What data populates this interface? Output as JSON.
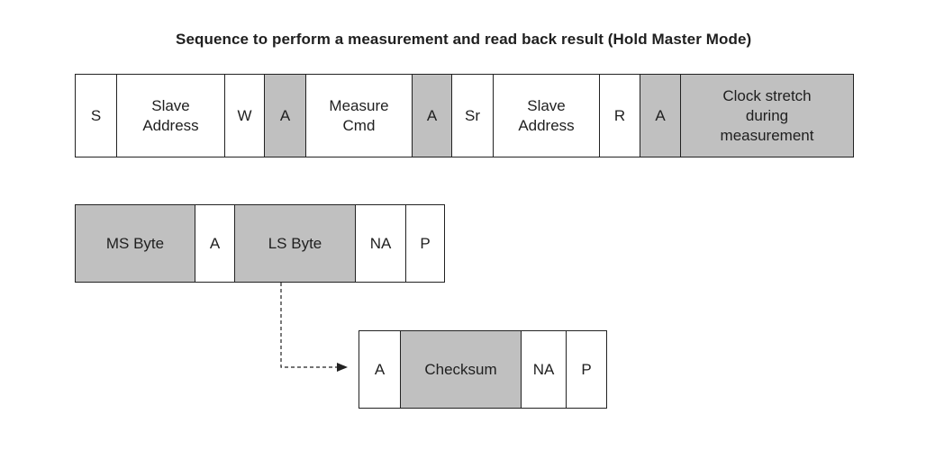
{
  "title": "Sequence to perform a measurement and read back result (Hold Master Mode)",
  "row1": [
    {
      "label": "S",
      "shaded": false
    },
    {
      "label": "Slave\nAddress",
      "shaded": false
    },
    {
      "label": "W",
      "shaded": false
    },
    {
      "label": "A",
      "shaded": true
    },
    {
      "label": "Measure\nCmd",
      "shaded": false
    },
    {
      "label": "A",
      "shaded": true
    },
    {
      "label": "Sr",
      "shaded": false
    },
    {
      "label": "Slave\nAddress",
      "shaded": false
    },
    {
      "label": "R",
      "shaded": false
    },
    {
      "label": "A",
      "shaded": true
    },
    {
      "label": "Clock stretch\nduring\nmeasurement",
      "shaded": true
    }
  ],
  "row2": [
    {
      "label": "MS Byte",
      "shaded": true
    },
    {
      "label": "A",
      "shaded": false
    },
    {
      "label": "LS Byte",
      "shaded": true
    },
    {
      "label": "NA",
      "shaded": false
    },
    {
      "label": "P",
      "shaded": false
    }
  ],
  "row3": [
    {
      "label": "A",
      "shaded": false
    },
    {
      "label": "Checksum",
      "shaded": true
    },
    {
      "label": "NA",
      "shaded": false
    },
    {
      "label": "P",
      "shaded": false
    }
  ],
  "colors": {
    "shaded": "#c0c0c0",
    "plain": "#ffffff",
    "border": "#222222"
  }
}
